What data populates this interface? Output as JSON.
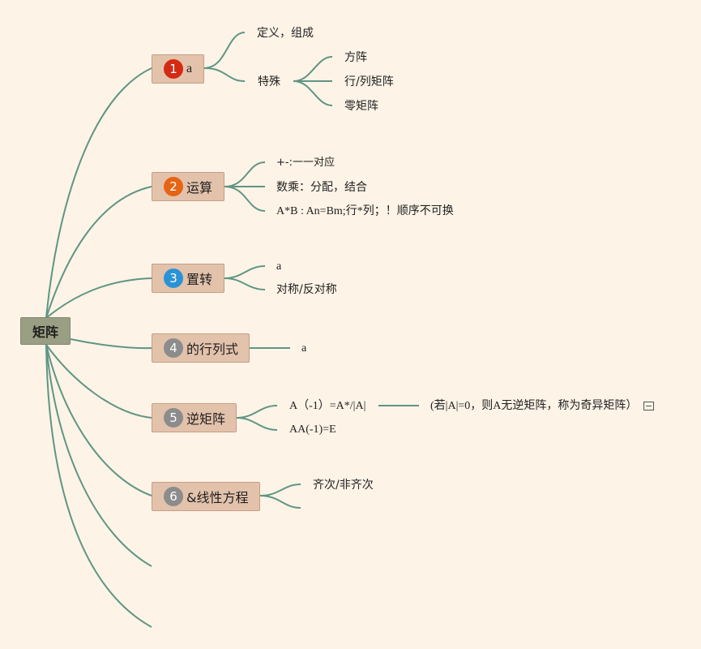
{
  "root": {
    "label": "矩阵"
  },
  "colors": {
    "background": "#fdf3e7",
    "link": "#5f9683",
    "root_fill": "#9a9f84",
    "topic_fill": "#e3c2ab",
    "badge_1": "#d42a14",
    "badge_2": "#e66415",
    "badge_3": "#2a93d6",
    "badge_grey": "#8c8c8c"
  },
  "topics": [
    {
      "number": "1",
      "label": "a"
    },
    {
      "number": "2",
      "label": "运算"
    },
    {
      "number": "3",
      "label": "置转"
    },
    {
      "number": "4",
      "label": "的行列式"
    },
    {
      "number": "5",
      "label": "逆矩阵"
    },
    {
      "number": "6",
      "label": "&线性方程"
    }
  ],
  "t1": {
    "definition": "定义，组成",
    "special": "特殊",
    "special_children": [
      "方阵",
      "行/列矩阵",
      "零矩阵"
    ]
  },
  "t2": [
    "+-:一一对应",
    "数乘：分配，结合",
    "A*B : An=Bm;行*列；！顺序不可换"
  ],
  "t3": [
    "a",
    "对称/反对称"
  ],
  "t4": [
    "a"
  ],
  "t5": {
    "items": [
      "A（-1）=A*/|A|",
      "AA(-1)=E"
    ],
    "note": "(若|A|=0，则A无逆矩阵，称为奇异矩阵）",
    "note_icon": "note-icon"
  },
  "t6": [
    "齐次/非齐次"
  ]
}
